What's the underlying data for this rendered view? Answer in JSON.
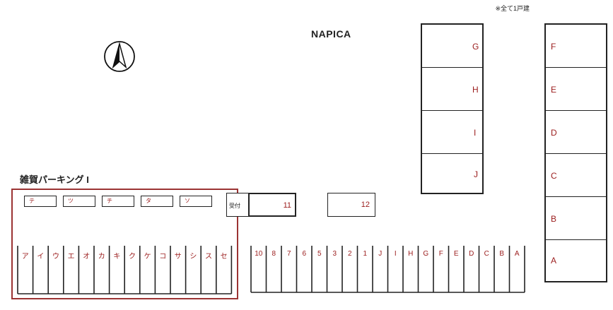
{
  "note": "※全て1戸建",
  "facility_name": "NAPICA",
  "lot_title": "雑賀パーキング I",
  "reception_label": "受付",
  "colors": {
    "lot_red": "#9b1c1c",
    "line": "#222222"
  },
  "upper_spaces": [
    "テ",
    "ツ",
    "チ",
    "タ",
    "ソ"
  ],
  "box_11": "11",
  "box_12": "12",
  "stalls_lot_1": [
    "ア",
    "イ",
    "ウ",
    "エ",
    "オ",
    "カ",
    "キ",
    "ク",
    "ケ",
    "コ",
    "サ",
    "シ",
    "ス",
    "セ"
  ],
  "stalls_lot_2": [
    "10",
    "8",
    "7",
    "6",
    "5",
    "3",
    "2",
    "1",
    "J",
    "I",
    "H",
    "G",
    "F",
    "E",
    "D",
    "C",
    "B",
    "A"
  ],
  "building_column_1": [
    "G",
    "H",
    "I",
    "J"
  ],
  "building_column_2": [
    "F",
    "E",
    "D",
    "C",
    "B",
    "A"
  ]
}
